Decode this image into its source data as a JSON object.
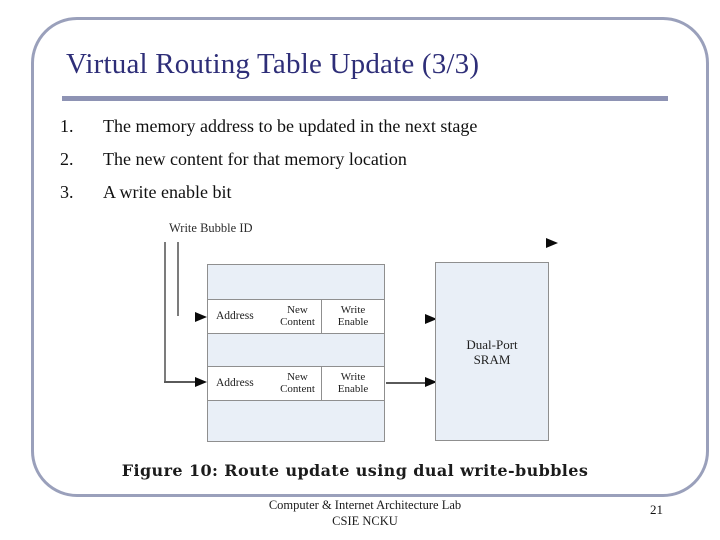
{
  "slide": {
    "title": "Virtual Routing Table Update (3/3)",
    "list_items": [
      {
        "num": "1.",
        "text": "The memory address to be updated in the next stage"
      },
      {
        "num": "2.",
        "text": "The new content for that memory location"
      },
      {
        "num": "3.",
        "text": "A write enable bit"
      }
    ],
    "footer_line1": "Computer & Internet Architecture Lab",
    "footer_line2": "CSIE NCKU",
    "page_number": "21"
  },
  "figure": {
    "bubble_label": "Write Bubble ID",
    "rows": [
      {
        "address": "Address",
        "new_line1": "New",
        "new_line2": "Content",
        "we_line1": "Write",
        "we_line2": "Enable"
      },
      {
        "address": "Address",
        "new_line1": "New",
        "new_line2": "Content",
        "we_line1": "Write",
        "we_line2": "Enable"
      }
    ],
    "sram_line1": "Dual-Port",
    "sram_line2": "SRAM",
    "caption": "Figure 10: Route update using dual write-bubbles"
  },
  "colors": {
    "title": "#2e2e78",
    "frame_border": "#9aa0bb",
    "underline": "#8e93b4",
    "box_fill": "#e9eff7",
    "box_border": "#8f8f8f",
    "arrow": "#0a0a0a"
  }
}
